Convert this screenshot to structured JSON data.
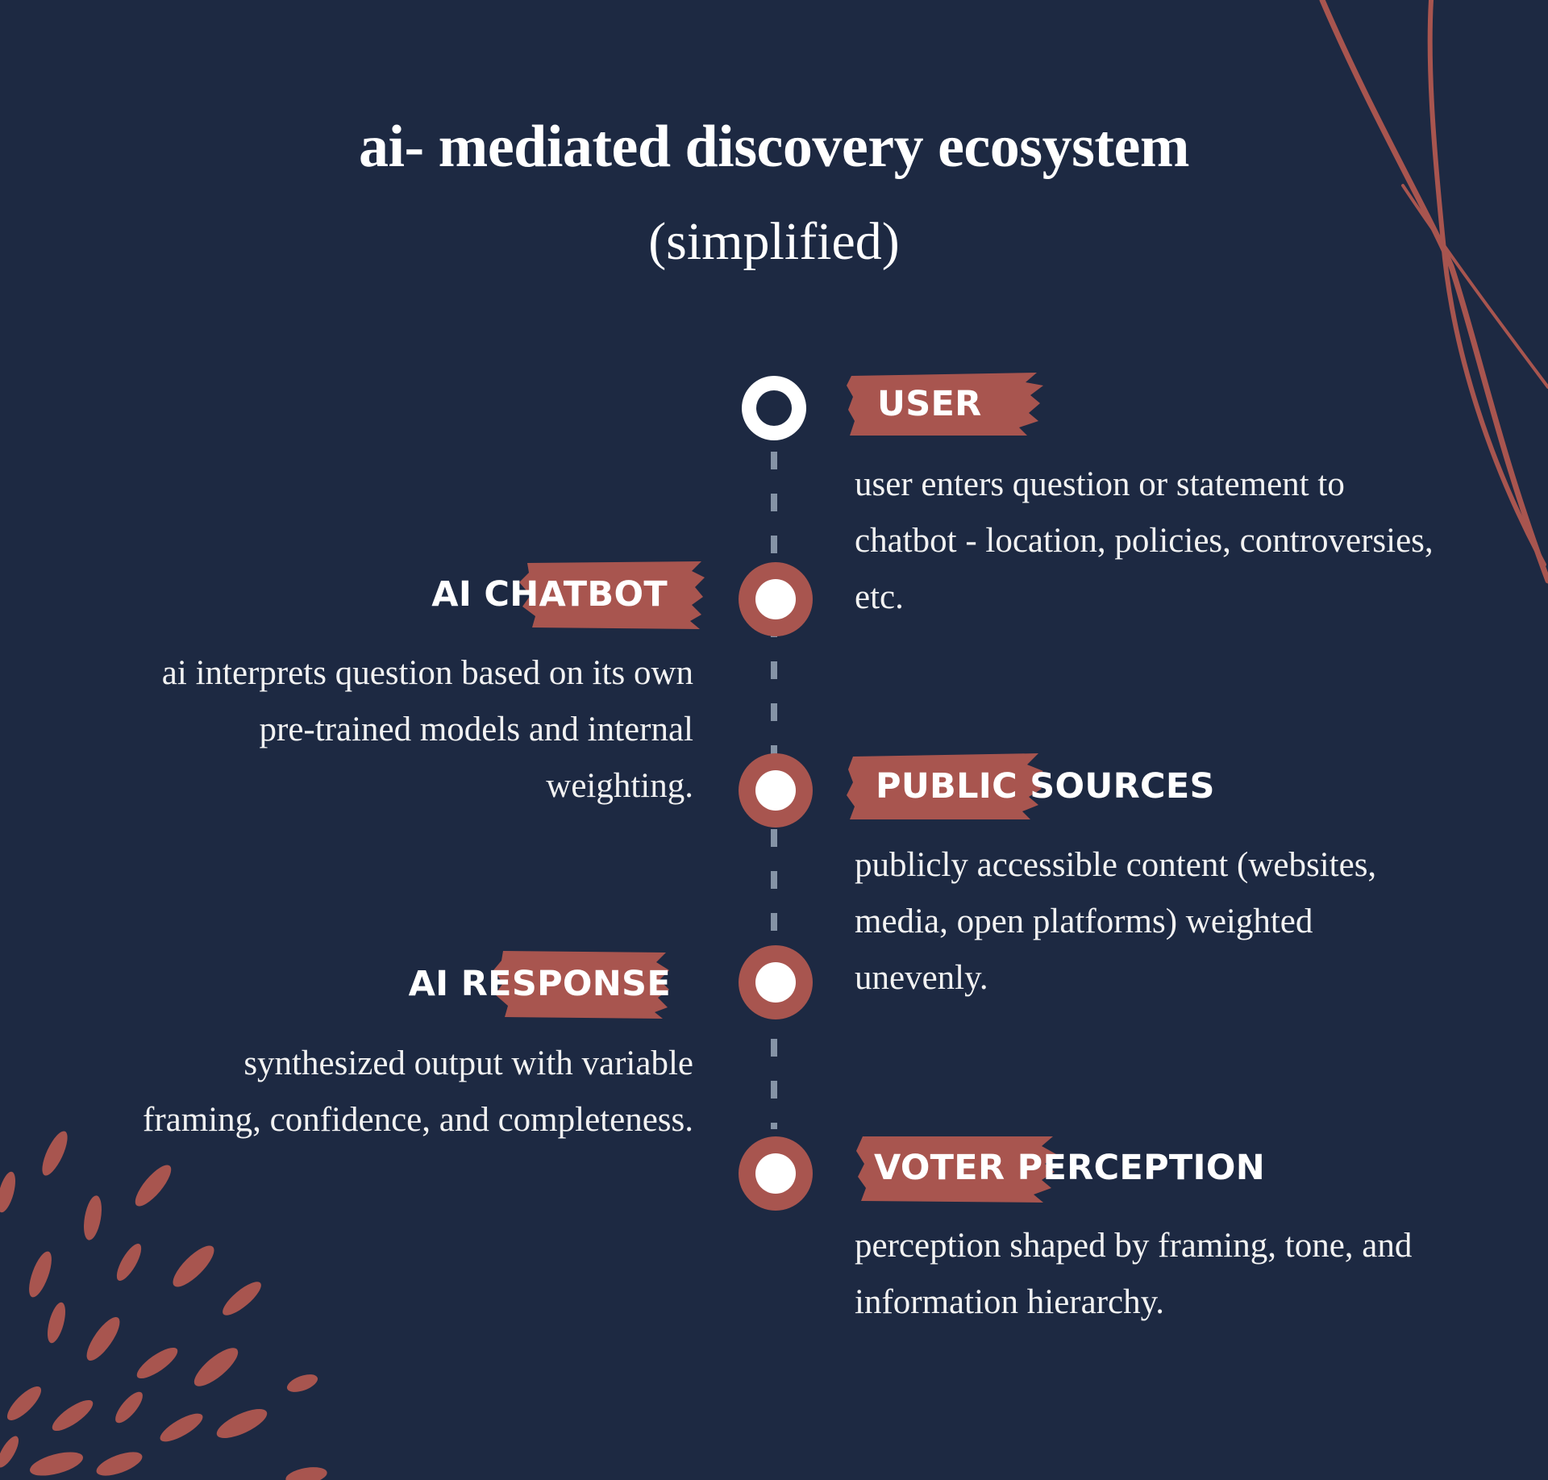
{
  "title": "ai- mediated discovery ecosystem",
  "subtitle": "(simplified)",
  "colors": {
    "background": "#1d2942",
    "accent": "#a8554f",
    "text": "#ffffff",
    "connector": "#8593a6"
  },
  "steps": [
    {
      "label": "USER",
      "description": "user enters question or statement to chatbot - location, policies, controversies, etc."
    },
    {
      "label": "AI CHATBOT",
      "description": "ai interprets question based on its own pre-trained models and internal weighting."
    },
    {
      "label": "PUBLIC SOURCES",
      "description": "publicly accessible content (websites, media, open platforms) weighted unevenly."
    },
    {
      "label": "AI RESPONSE",
      "description": "synthesized output with variable framing, confidence, and completeness."
    },
    {
      "label": "VOTER PERCEPTION",
      "description": "perception shaped by framing, tone, and information hierarchy."
    }
  ]
}
